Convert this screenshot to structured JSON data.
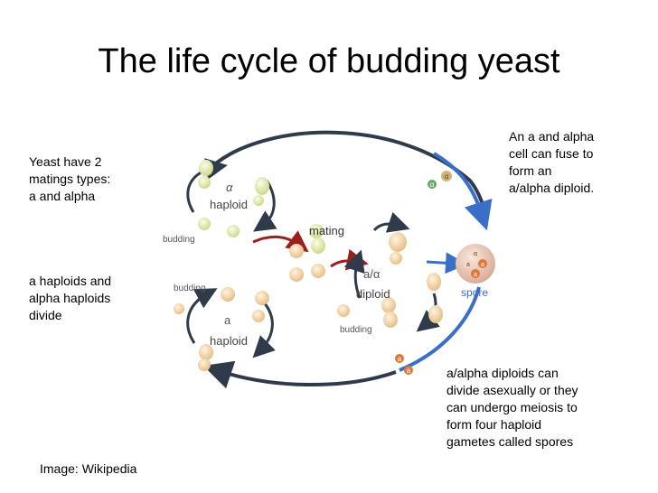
{
  "slide": {
    "title": "The life cycle of budding yeast"
  },
  "notes": {
    "mating_types": [
      "Yeast have 2",
      "matings types:",
      "a and alpha"
    ],
    "haploids_divide": [
      "a haploids and",
      "alpha haploids",
      "divide"
    ],
    "fuse": [
      "An a and alpha",
      "cell can fuse to",
      "form an",
      "a/alpha diploid."
    ],
    "meiosis": [
      "a/alpha diploids can",
      "divide asexually or they",
      "can undergo meiosis to",
      "form four haploid",
      "gametes called spores"
    ],
    "credit": "Image: Wikipedia"
  },
  "diagram": {
    "alpha_symbol": "α",
    "alpha_haploid_label": "haploid",
    "a_symbol": "a",
    "a_haploid_label": "haploid",
    "budding_top": "budding",
    "budding_left": "budding",
    "budding_diploid": "budding",
    "mating_label": "mating",
    "diploid_symbol": "a/α",
    "diploid_label": "diploid",
    "spore_label": "spore",
    "spore_letters": [
      "α",
      "a",
      "a",
      "a"
    ],
    "floating_alpha": [
      "α",
      "α"
    ],
    "floating_a": [
      "a",
      "a"
    ]
  },
  "colors": {
    "blue_arrow": "#3a6fc7",
    "dark_arrow": "#2f3a4a",
    "red_arrow": "#9a2020",
    "green_cell": "#dfe6a6",
    "tan_cell": "#f0d3a8",
    "orange_cell": "#e0763a",
    "spore_cell": "#e9c8b8"
  }
}
